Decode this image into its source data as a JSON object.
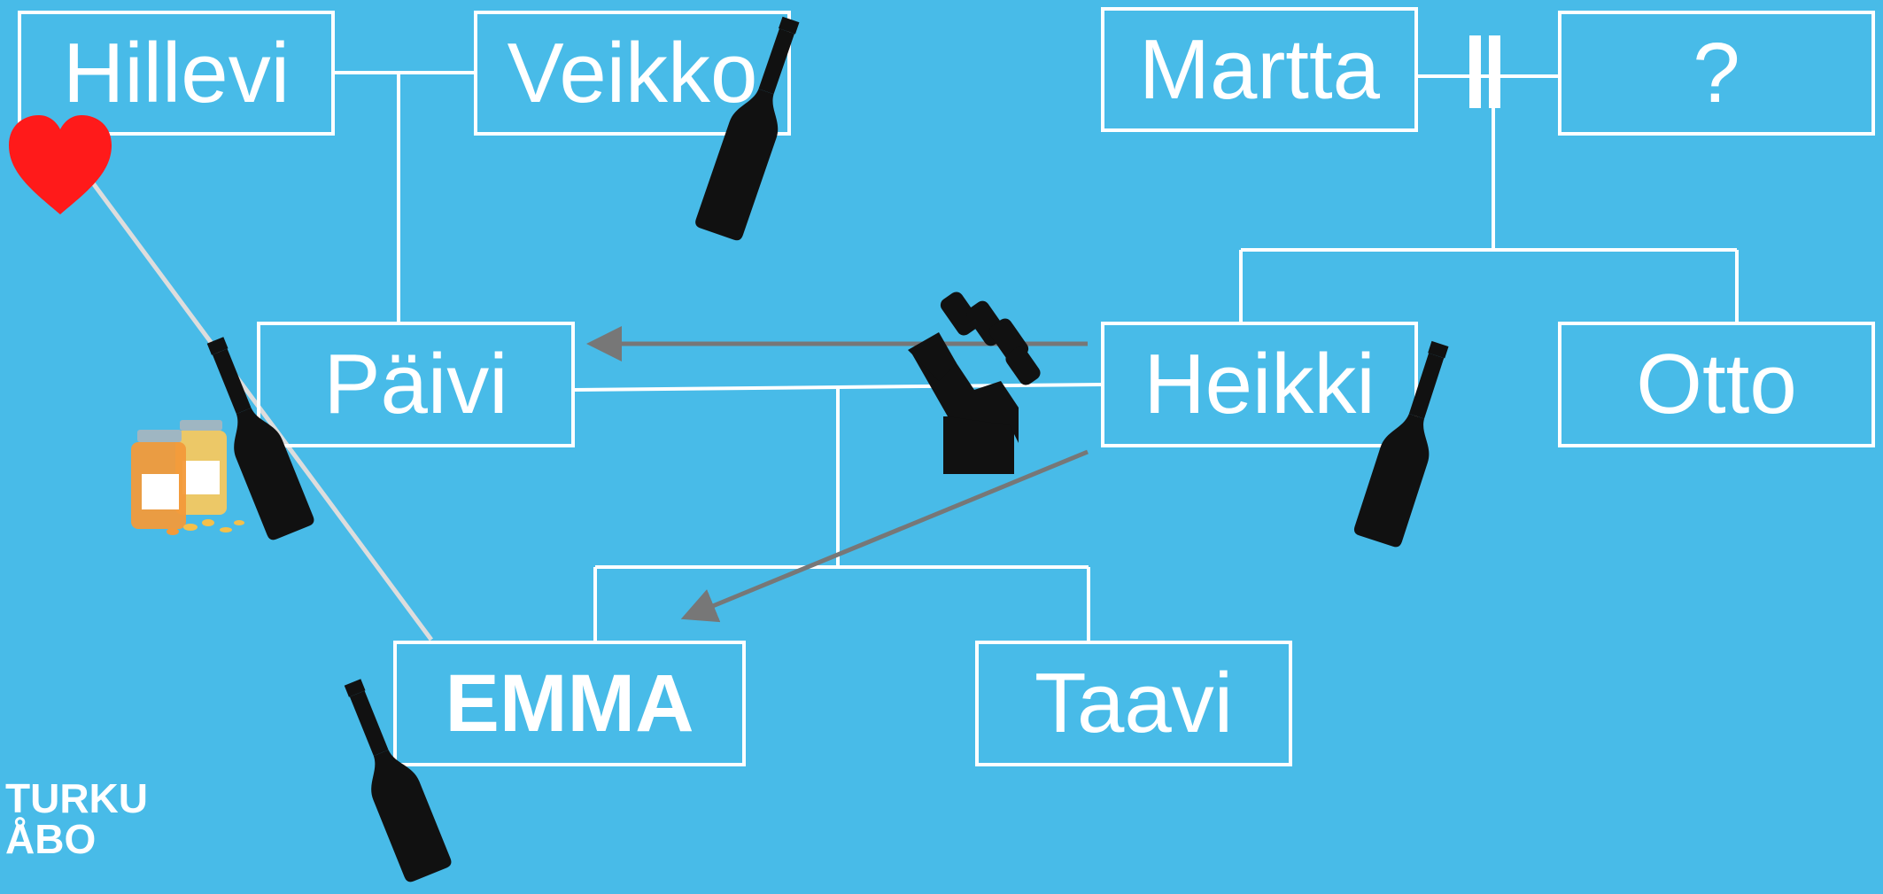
{
  "persons": {
    "hillevi": "Hillevi",
    "veikko": "Veikko",
    "martta": "Martta",
    "unknown": "?",
    "paivi": "Päivi",
    "heikki": "Heikki",
    "otto": "Otto",
    "emma": "EMMA",
    "taavi": "Taavi"
  },
  "logo": {
    "line1": "TURKU",
    "line2": "ÅBO"
  },
  "icons": {
    "heart": "heart-icon",
    "bottle": "beer-bottle-icon",
    "fist": "raised-fist-icon",
    "pills": "pill-bottles-icon",
    "divorce": "divorce-marker-icon"
  },
  "colors": {
    "background": "#48bbe8",
    "box_border": "#ffffff",
    "text": "#ffffff",
    "arrow": "#777777",
    "heart": "#ff1a1a",
    "bottle": "#111111",
    "line": "#ffffff",
    "love_line": "#dddddd"
  }
}
